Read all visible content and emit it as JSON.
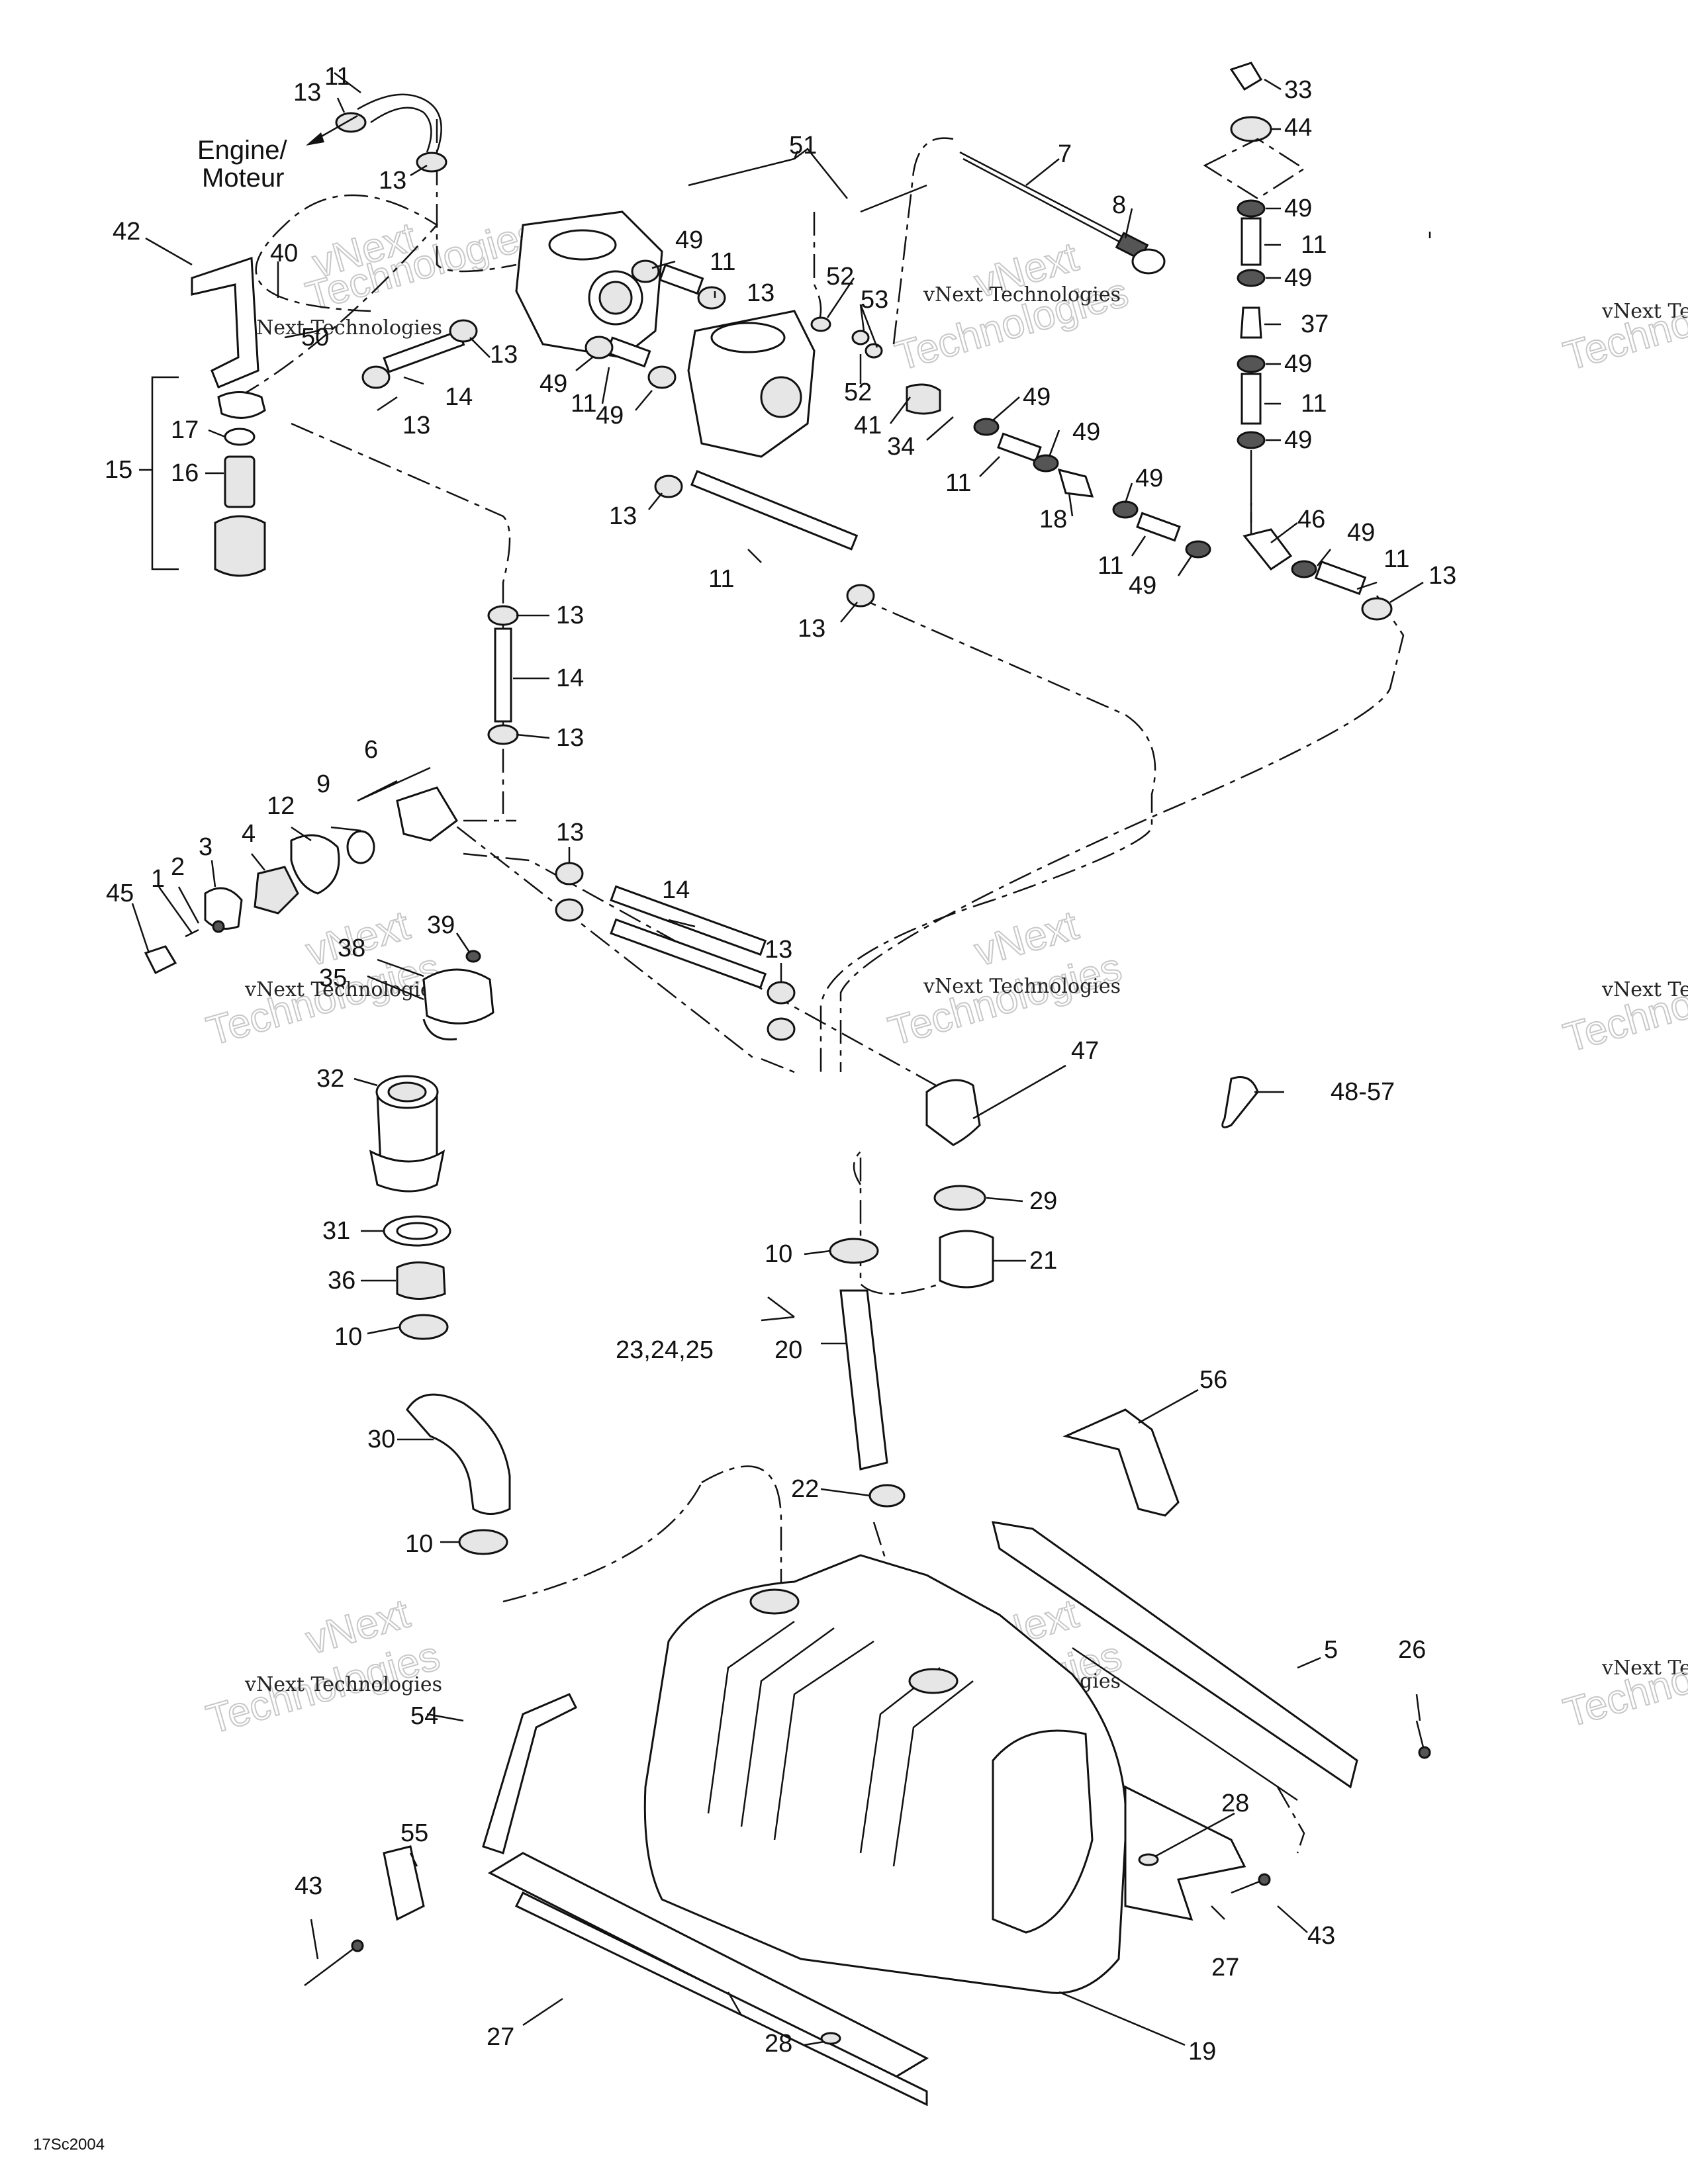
{
  "labels": {
    "engine_line1": "Engine/",
    "engine_line2": "Moteur",
    "diagram_code": "17Sc2004",
    "watermark_small": "vNext Technologies",
    "watermark_big": "Technologies",
    "watermark_top": "vNext",
    "callouts": {
      "c1": "1",
      "c2": "2",
      "c3": "3",
      "c4": "4",
      "c5": "5",
      "c6": "6",
      "c7": "7",
      "c8": "8",
      "c9": "9",
      "c10": "10",
      "c11": "11",
      "c12": "12",
      "c13": "13",
      "c14": "14",
      "c15": "15",
      "c16": "16",
      "c17": "17",
      "c18": "18",
      "c19": "19",
      "c20": "20",
      "c21": "21",
      "c22": "22",
      "c23": "23,24,25",
      "c26": "26",
      "c27": "27",
      "c28": "28",
      "c29": "29",
      "c30": "30",
      "c31": "31",
      "c32": "32",
      "c33": "33",
      "c34": "34",
      "c35": "35",
      "c36": "36",
      "c37": "37",
      "c38": "38",
      "c39": "39",
      "c40": "40",
      "c41": "41",
      "c42": "42",
      "c43": "43",
      "c44": "44",
      "c45": "45",
      "c46": "46",
      "c47": "47",
      "c48": "48-57",
      "c49": "49",
      "c50": "50",
      "c51": "51",
      "c52": "52",
      "c53": "53",
      "c54": "54",
      "c55": "55",
      "c56": "56"
    }
  }
}
